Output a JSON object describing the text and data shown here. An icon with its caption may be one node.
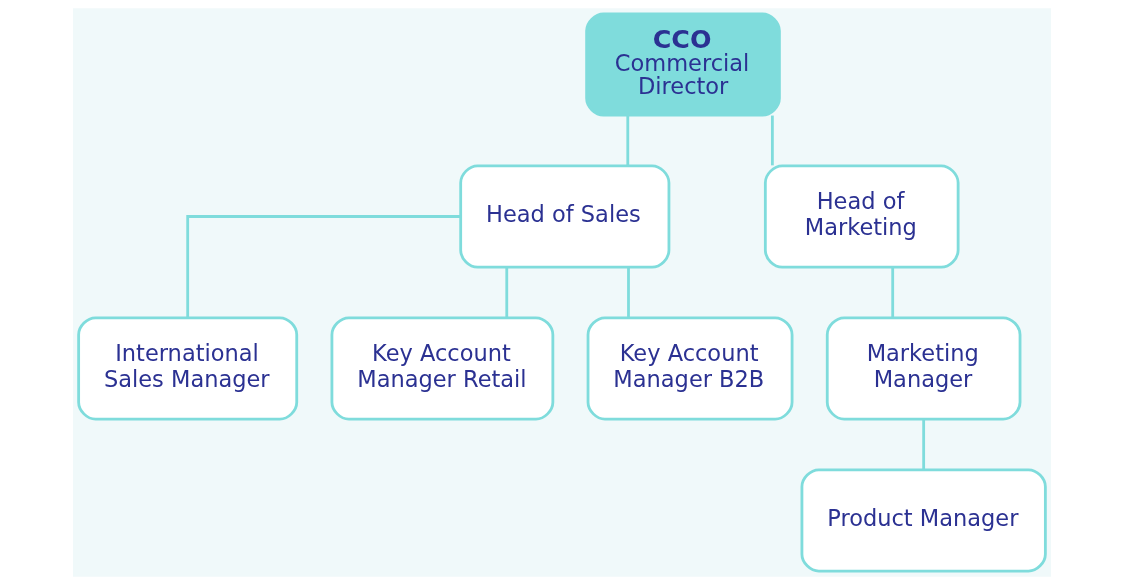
{
  "diagram": {
    "nodes": [
      {
        "text": [
          "CCO",
          "Commercial Director"
        ]
      },
      {
        "text": [
          "Head of Sales"
        ]
      },
      {
        "text": [
          "Head of Marketing"
        ]
      },
      {
        "text": [
          "International Sales Manager"
        ]
      },
      {
        "text": [
          "Key Account Manager Retail"
        ]
      },
      {
        "text": [
          "Key Account Manager B2B"
        ]
      },
      {
        "text": [
          "Marketing Manager"
        ]
      },
      {
        "text": [
          "Product Manager"
        ]
      }
    ],
    "edges": [
      {
        "from": 0,
        "to": 1,
        "arrow": "none"
      },
      {
        "from": 0,
        "to": 2,
        "arrow": "none"
      },
      {
        "from": 1,
        "to": 3,
        "arrow": "none"
      },
      {
        "from": 1,
        "to": 4,
        "arrow": "none"
      },
      {
        "from": 1,
        "to": 5,
        "arrow": "none"
      },
      {
        "from": 2,
        "to": 6,
        "arrow": "none"
      },
      {
        "from": 6,
        "to": 7,
        "arrow": "none"
      }
    ]
  }
}
